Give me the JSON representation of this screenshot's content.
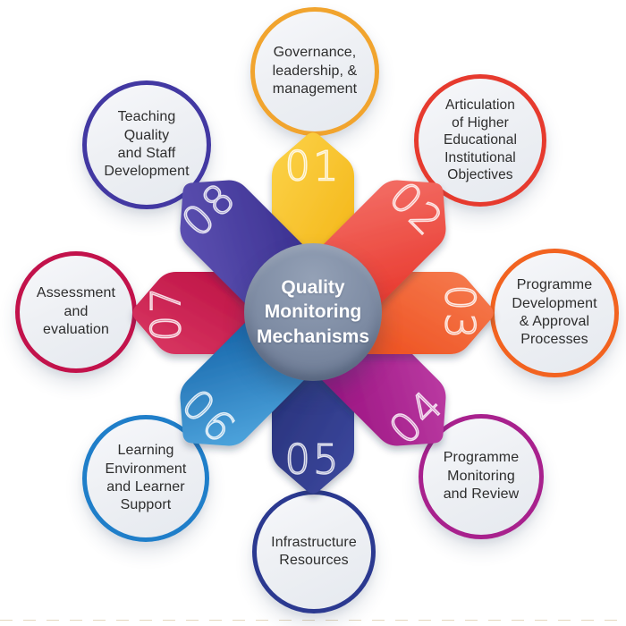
{
  "diagram": {
    "center": {
      "title": "Quality Monitoring Mechanisms",
      "title_lines": [
        "Quality",
        "Monitoring",
        "Mechanisms"
      ],
      "color": "#76849D",
      "text_color": "#FFFFFF"
    },
    "petal_number_color": "#FFFFFF",
    "items": [
      {
        "number": "01",
        "label": "Governance, leadership, & management",
        "label_lines": [
          "Governance,",
          "leadership, &",
          "management"
        ],
        "petal_light": "#FCD34A",
        "petal_dark": "#F3B414",
        "ring": "#F1A42E"
      },
      {
        "number": "02",
        "label": "Articulation of Higher Educational Institutional Objectives",
        "label_lines": [
          "Articulation",
          "of Higher",
          "Educational",
          "Institutional",
          "Objectives"
        ],
        "petal_light": "#F4736B",
        "petal_dark": "#E8372C",
        "ring": "#E63A2E"
      },
      {
        "number": "03",
        "label": "Programme Development & Approval Processes",
        "label_lines": [
          "Programme",
          "Development",
          "& Approval",
          "Processes"
        ],
        "petal_light": "#F67E52",
        "petal_dark": "#ED4D1C",
        "ring": "#F26320"
      },
      {
        "number": "04",
        "label": "Programme Monitoring and Review",
        "label_lines": [
          "Programme",
          "Monitoring",
          "and Review"
        ],
        "petal_light": "#BE3FA6",
        "petal_dark": "#99117F",
        "ring": "#A8218D"
      },
      {
        "number": "05",
        "label": "Infrastructure Resources",
        "label_lines": [
          "Infrastructure",
          "Resources"
        ],
        "petal_light": "#3D49A0",
        "petal_dark": "#252F75",
        "ring": "#2B3990"
      },
      {
        "number": "06",
        "label": "Learning Environment and Learner Support",
        "label_lines": [
          "Learning",
          "Environment",
          "and Learner",
          "Support"
        ],
        "petal_light": "#55ACE3",
        "petal_dark": "#1463A8",
        "ring": "#1F7EC9"
      },
      {
        "number": "07",
        "label": "Assessment and evaluation",
        "label_lines": [
          "Assessment",
          "and",
          "evaluation"
        ],
        "petal_light": "#DC3A64",
        "petal_dark": "#B70B40",
        "ring": "#C2124B"
      },
      {
        "number": "08",
        "label": "Teaching Quality and Staff Development",
        "label_lines": [
          "Teaching",
          "Quality",
          "and Staff",
          "Development"
        ],
        "petal_light": "#6054B5",
        "petal_dark": "#3A3090",
        "ring": "#4238A2"
      }
    ]
  }
}
